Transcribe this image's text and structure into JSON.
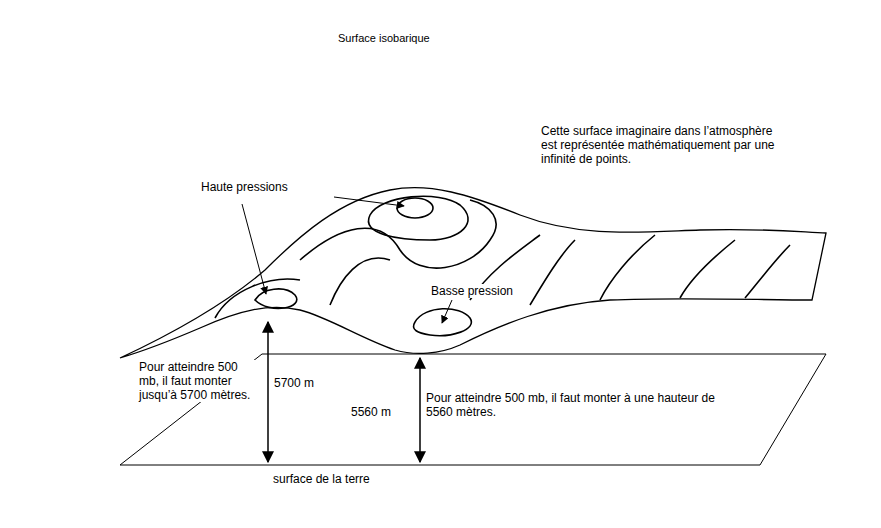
{
  "diagram": {
    "title": "Surface isobarique",
    "labels": [
      "Cette surface imaginaire dans l’atmosphère est représentée mathématiquement par une infinité de points.",
      "Haute pressions",
      "Basse pression",
      "Pour atteindre 500 mb, il faut monter jusqu’à 5700 mètres.",
      "5700 m",
      "5560 m",
      "Pour atteindre 500 mb, il faut monter à une hauteur de 5560 mètres.",
      "surface de la terre"
    ]
  }
}
